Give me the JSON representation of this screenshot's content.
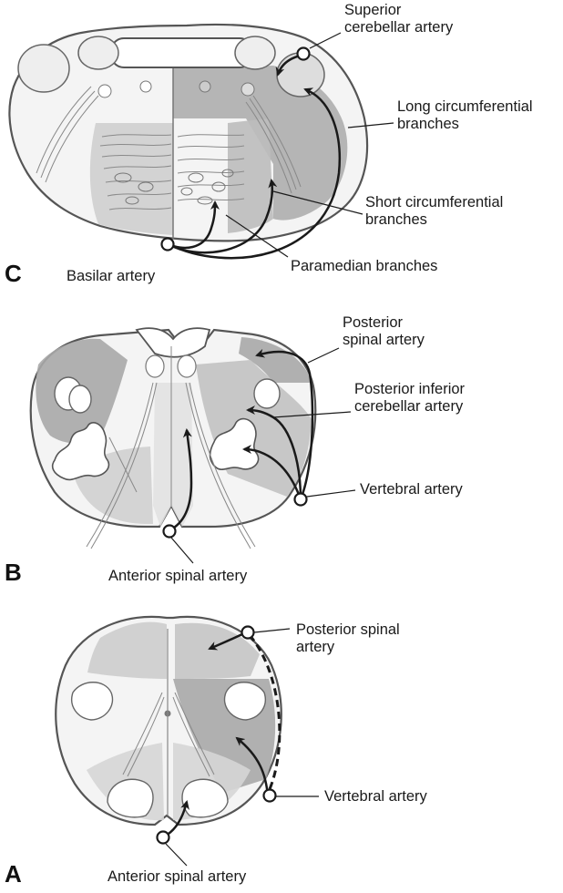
{
  "panels": {
    "c": {
      "letter": "C",
      "labels": {
        "superior_cerebellar": "Superior\ncerebellar artery",
        "long_circumferential": "Long circumferential\nbranches",
        "short_circumferential": "Short circumferential\nbranches",
        "paramedian": "Paramedian branches",
        "basilar": "Basilar artery"
      }
    },
    "b": {
      "letter": "B",
      "labels": {
        "posterior_spinal": "Posterior\nspinal artery",
        "posterior_inferior_cerebellar": "Posterior inferior\ncerebellar artery",
        "vertebral": "Vertebral artery",
        "anterior_spinal": "Anterior spinal artery"
      }
    },
    "a": {
      "letter": "A",
      "labels": {
        "posterior_spinal": "Posterior spinal\nartery",
        "vertebral": "Vertebral artery",
        "anterior_spinal": "Anterior spinal artery"
      }
    }
  },
  "colors": {
    "outline": "#555555",
    "shade_light": "#d6d6d6",
    "shade_dark": "#a9a9a9",
    "arrow": "#1a1a1a",
    "background": "#ffffff"
  }
}
